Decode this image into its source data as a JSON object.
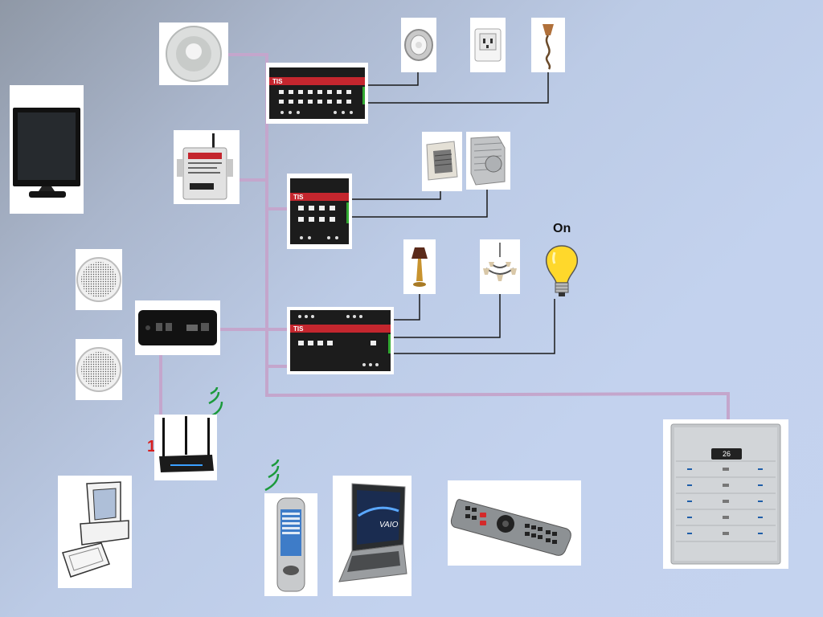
{
  "labels": {
    "light_state": "On",
    "router_address": "1"
  },
  "devices": {
    "tis_module_brand": "TIS",
    "thermostat_temperature": "26",
    "laptop_brand": "VAIO"
  },
  "colors": {
    "bus_line": "#c4a6cc",
    "device_wire": "#1a1a1a",
    "wireless_signal": "#1c9a3c",
    "ip_label": "#d81e1e",
    "tis_red": "#c4262e"
  },
  "icons": [
    "ceiling-sensor-icon",
    "monitor-icon",
    "gsm-port-icon",
    "ceiling-speaker-icon",
    "media-box-icon",
    "router-icon",
    "desktop-pc-icon",
    "smartphone-icon",
    "laptop-icon",
    "remote-control-icon",
    "wall-panel-icon",
    "downlight-icon",
    "power-socket-icon",
    "wall-lamp-icon",
    "ac-unit-icon",
    "fan-coil-icon",
    "table-lamp-icon",
    "chandelier-icon",
    "light-bulb-icon",
    "wifi-signal-icon"
  ]
}
